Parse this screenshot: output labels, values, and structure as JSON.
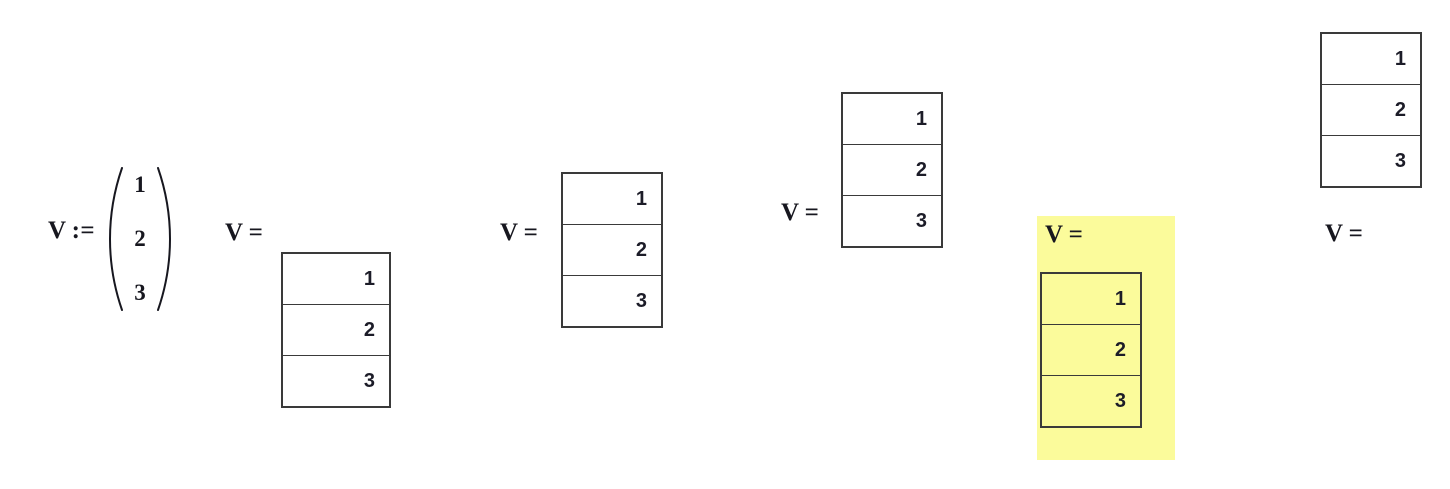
{
  "document": {
    "variable_name": "V",
    "definition_operator": ":=",
    "evaluation_operator": "=",
    "vector_values": [
      "1",
      "2",
      "3"
    ],
    "highlight_color": "#fbfb9b",
    "text_color": "#17171f",
    "border_color": "#3a3a3a",
    "background_color": "#ffffff"
  },
  "expressions": [
    {
      "id": "definition",
      "label_variable": "V",
      "label_operator": ":=",
      "kind": "parenthesised-column-vector",
      "values": [
        "1",
        "2",
        "3"
      ],
      "highlighted": false
    },
    {
      "id": "result-1",
      "label_variable": "V",
      "label_operator": "=",
      "kind": "matrix-table",
      "values": [
        "1",
        "2",
        "3"
      ],
      "highlighted": false
    },
    {
      "id": "result-2",
      "label_variable": "V",
      "label_operator": "=",
      "kind": "matrix-table",
      "values": [
        "1",
        "2",
        "3"
      ],
      "highlighted": false
    },
    {
      "id": "result-3",
      "label_variable": "V",
      "label_operator": "=",
      "kind": "matrix-table",
      "values": [
        "1",
        "2",
        "3"
      ],
      "highlighted": false
    },
    {
      "id": "result-4-highlighted",
      "label_variable": "V",
      "label_operator": "=",
      "kind": "matrix-table",
      "values": [
        "1",
        "2",
        "3"
      ],
      "highlighted": true
    },
    {
      "id": "result-5",
      "label_variable": "V",
      "label_operator": "=",
      "kind": "matrix-table",
      "values": [
        "1",
        "2",
        "3"
      ],
      "highlighted": false
    }
  ]
}
